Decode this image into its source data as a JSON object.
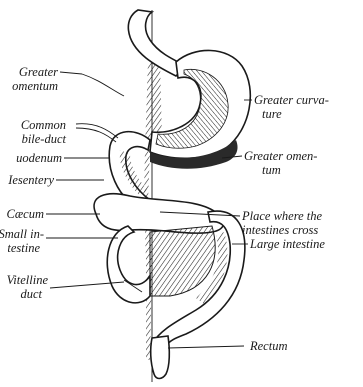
{
  "labels": {
    "greater_omentum_left_1": "Greater",
    "greater_omentum_left_2": "omentum",
    "common_bile_duct_1": "Common",
    "common_bile_duct_2": "bile-duct",
    "duodenum": "uodenum",
    "mesentery": "Iesentery",
    "caecum": "Cæcum",
    "small_intestine_1": "Small in-",
    "small_intestine_2": "testine",
    "vitelline_duct_1": "Vitelline",
    "vitelline_duct_2": "duct",
    "greater_curvature_1": "Greater curva-",
    "greater_curvature_2": "ture",
    "greater_omentum_right_1": "Greater omen-",
    "greater_omentum_right_2": "tum",
    "place_where_1": "Place where the",
    "place_where_2": "intestines cross",
    "large_intestine": "Large intestine",
    "rectum": "Rectum"
  }
}
